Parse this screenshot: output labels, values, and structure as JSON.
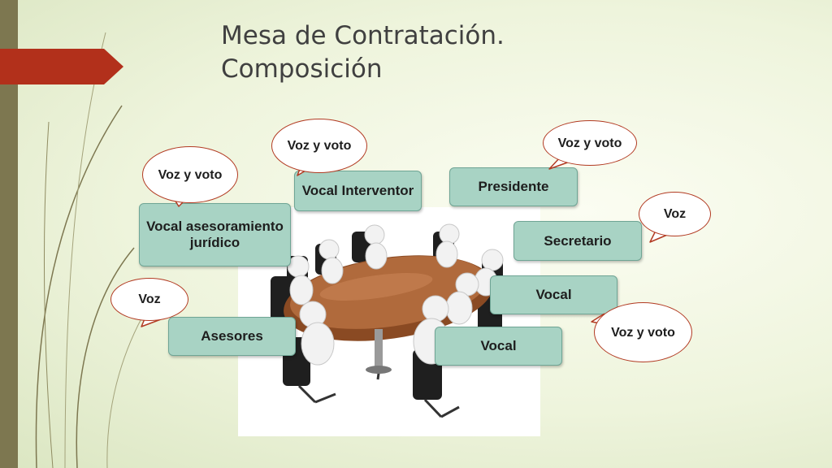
{
  "title": {
    "line1": "Mesa de Contratación.",
    "line2": "Composición"
  },
  "roles": {
    "vocal_interventor": "Vocal Interventor",
    "presidente": "Presidente",
    "vocal_juridico": "Vocal asesoramiento jurídico",
    "secretario": "Secretario",
    "vocal_right": "Vocal",
    "asesores": "Asesores",
    "vocal_bottom": "Vocal"
  },
  "bubbles": {
    "interventor": "Voz y voto",
    "presidente": "Voz y voto",
    "juridico": "Voz y voto",
    "secretario": "Voz",
    "asesores": "Voz",
    "vocal": "Voz y voto"
  },
  "colors": {
    "role_fill": "#a8d3c4",
    "bubble_border": "#b23a22",
    "accent_arrow": "#b2301b",
    "side_bar": "#7d7750"
  },
  "image": {
    "subject": "3d-people-meeting-table"
  }
}
